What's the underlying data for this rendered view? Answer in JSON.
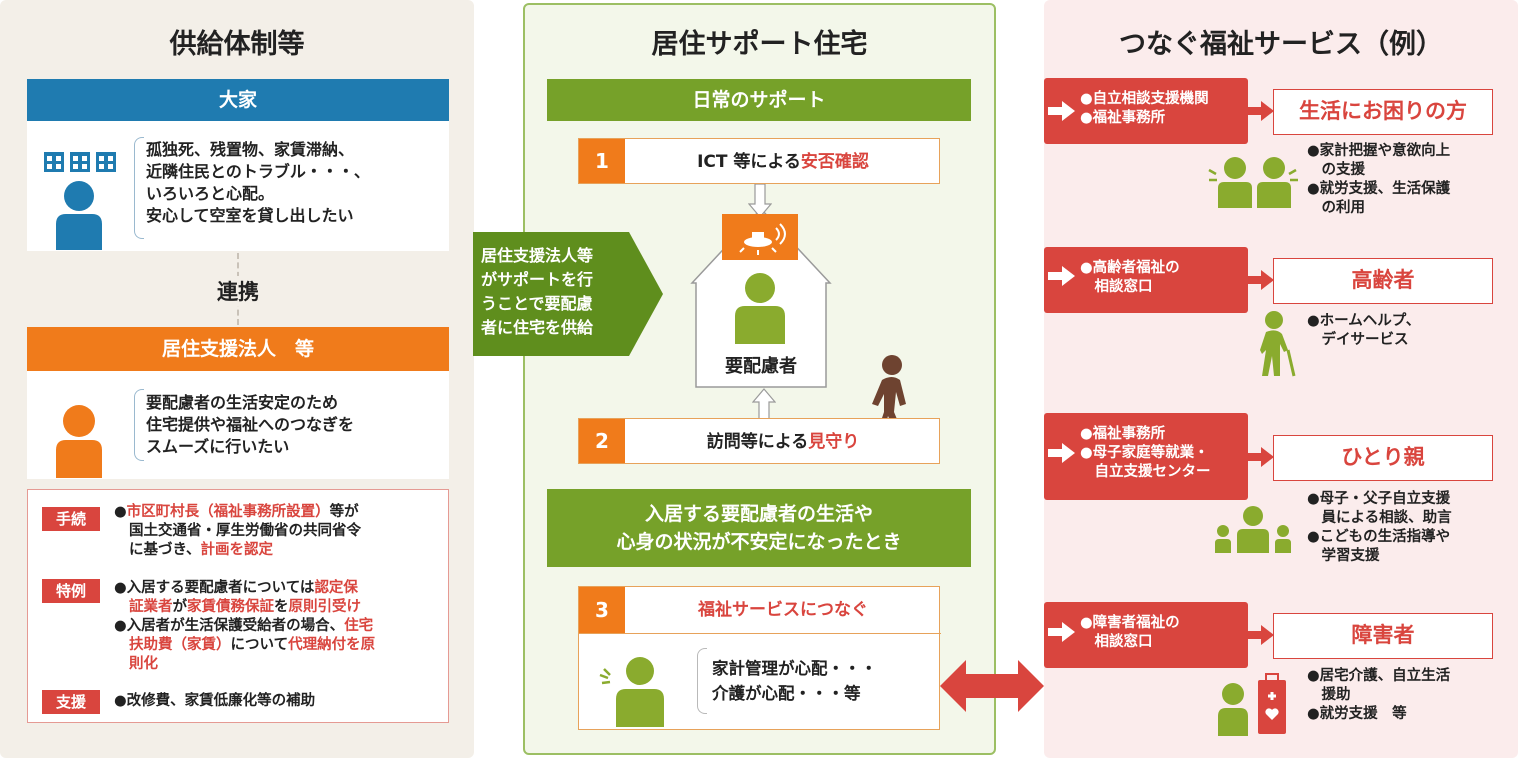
{
  "left": {
    "title": "供給体制等",
    "owner": {
      "header": "大家",
      "lines": [
        "孤独死、残置物、家賃滞納、",
        "近隣住民とのトラブル・・・、",
        "いろいろと心配。",
        "安心して空室を貸し出したい"
      ]
    },
    "link": "連携",
    "corp": {
      "header": "居住支援法人　等",
      "lines": [
        "要配慮者の生活安定のため",
        "住宅提供や福祉へのつなぎを",
        "スムーズに行いたい"
      ]
    },
    "tags": [
      "手続",
      "特例",
      "支援"
    ],
    "proc": {
      "l1a": "●",
      "l1b": "市区町村長（福祉事務所設置）",
      "l1c": "等が",
      "l2": "国土交通省・厚生労働省の共同省令",
      "l3a": "に基づき、",
      "l3b": "計画を認定"
    },
    "spec": {
      "a1a": "●入居する要配慮者については",
      "a1b": "認定保",
      "a2a": "証業者",
      "a2b": "が",
      "a2c": "家賃債務保証",
      "a2d": "を",
      "a2e": "原則引受け",
      "b1a": "●入居者が生活保護受給者の場合、",
      "b1b": "住宅",
      "b2a": "扶助費（家賃）",
      "b2b": "について",
      "b2c": "代理納付を原",
      "b3": "則化"
    },
    "supp": "●改修費、家賃低廉化等の補助"
  },
  "center": {
    "title": "居住サポート住宅",
    "daily": "日常のサポート",
    "s1": {
      "num": "1",
      "a": "ICT 等による",
      "b": "安否確認"
    },
    "person": "要配慮者",
    "s2": {
      "num": "2",
      "a": "訪問等による",
      "b": "見守り"
    },
    "unstable": [
      "入居する要配慮者の生活や",
      "心身の状況が不安定になったとき"
    ],
    "s3": {
      "num": "3",
      "a": "福祉サービスにつなぐ"
    },
    "worries": [
      "家計管理が心配・・・",
      "介護が心配・・・等"
    ],
    "arrow": [
      "居住支援法人等",
      "がサポートを行",
      "うことで要配慮",
      "者に住宅を供給"
    ]
  },
  "right": {
    "title": "つなぐ福祉サービス（例）",
    "groups": [
      {
        "svc": [
          "●自立相談支援機関",
          "●福祉事務所"
        ],
        "target": "生活にお困りの方",
        "items": [
          "●家計把握や意欲向上",
          "　の支援",
          "●就労支援、生活保護",
          "　の利用"
        ]
      },
      {
        "svc": [
          "●高齢者福祉の",
          "　相談窓口"
        ],
        "target": "高齢者",
        "items": [
          "●ホームヘルプ、",
          "　デイサービス"
        ]
      },
      {
        "svc": [
          "●福祉事務所",
          "●母子家庭等就業・",
          "　自立支援センター"
        ],
        "target": "ひとり親",
        "items": [
          "●母子・父子自立支援",
          "　員による相談、助言",
          "●こどもの生活指導や",
          "　学習支援"
        ]
      },
      {
        "svc": [
          "●障害者福祉の",
          "　相談窓口"
        ],
        "target": "障害者",
        "items": [
          "●居宅介護、自立生活",
          "　援助",
          "●就労支援　等"
        ]
      }
    ]
  },
  "colors": {
    "blue": "#1f7bb0",
    "orange": "#f07b1b",
    "green": "#6f9b23",
    "red": "#d9453e",
    "greenIcon": "#8aab2e"
  }
}
